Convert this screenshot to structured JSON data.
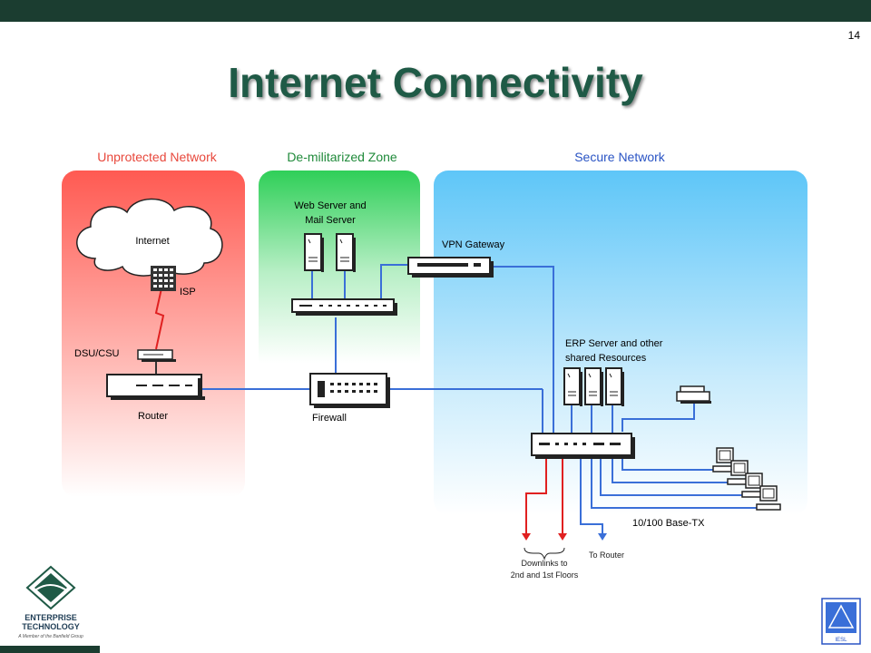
{
  "page_number": "14",
  "title": "Internet Connectivity",
  "zones": {
    "unprotected": {
      "label": "Unprotected Network",
      "color": "#e8483c"
    },
    "dmz": {
      "label": "De-militarized Zone",
      "color": "#1f8a3a"
    },
    "secure": {
      "label": "Secure Network",
      "color": "#2a54c4"
    }
  },
  "labels": {
    "internet": "Internet",
    "isp": "ISP",
    "dsu": "DSU/CSU",
    "router": "Router",
    "web_server_1": "Web Server and",
    "web_server_2": "Mail Server",
    "firewall": "Firewall",
    "vpn": "VPN Gateway",
    "erp_1": "ERP Server and other",
    "erp_2": "shared Resources",
    "base_tx": "10/100 Base-TX",
    "to_router": "To Router",
    "downlinks_1": "Downlinks to",
    "downlinks_2": "2nd and 1st Floors"
  },
  "logo": {
    "line1": "ENTERPRISE",
    "line2": "TECHNOLOGY",
    "line3": "A Member of the Banfield Group",
    "right_badge": "IESL"
  }
}
